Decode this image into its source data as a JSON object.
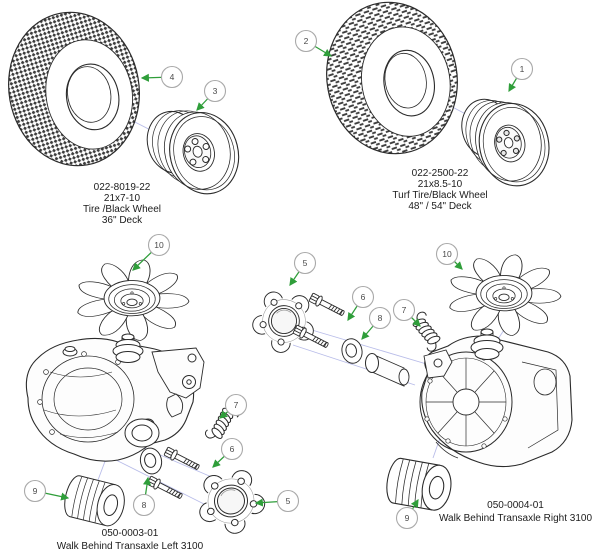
{
  "page": {
    "kind": "exploded-parts-diagram"
  },
  "colors": {
    "leader_green": "#2f9e3a",
    "connector_lavender": "#b9bde9",
    "line_art": "#2b2b2b",
    "callout_ring": "#a9a9a9",
    "callout_text": "#4a4a4a",
    "label_text": "#1c1c1c",
    "background": "#ffffff"
  },
  "groups": {
    "tire_small": {
      "part_number": "022-8019-22",
      "size": "21x7-10",
      "description": "Tire /Black Wheel",
      "deck": "36\" Deck",
      "callouts": {
        "tire": "4",
        "wheel": "3"
      }
    },
    "tire_turf": {
      "part_number": "022-2500-22",
      "size": "21x8.5-10",
      "description": "Turf Tire/Black Wheel",
      "deck": "48\" / 54\" Deck",
      "callouts": {
        "tire": "2",
        "wheel": "1"
      }
    },
    "transaxle_left": {
      "part_number": "050-0003-01",
      "description": "Walk Behind Transaxle Left 3100",
      "callouts": {
        "fan": "10",
        "spring": "7",
        "bolt": "6",
        "washer": "8",
        "filter": "9",
        "hub": "5"
      }
    },
    "transaxle_right": {
      "part_number": "050-0004-01",
      "description": "Walk Behind Transaxle Right 3100",
      "callouts": {
        "hub": "5",
        "bolt": "6",
        "washer": "8",
        "spring": "7",
        "fan": "10",
        "filter": "9"
      }
    }
  }
}
